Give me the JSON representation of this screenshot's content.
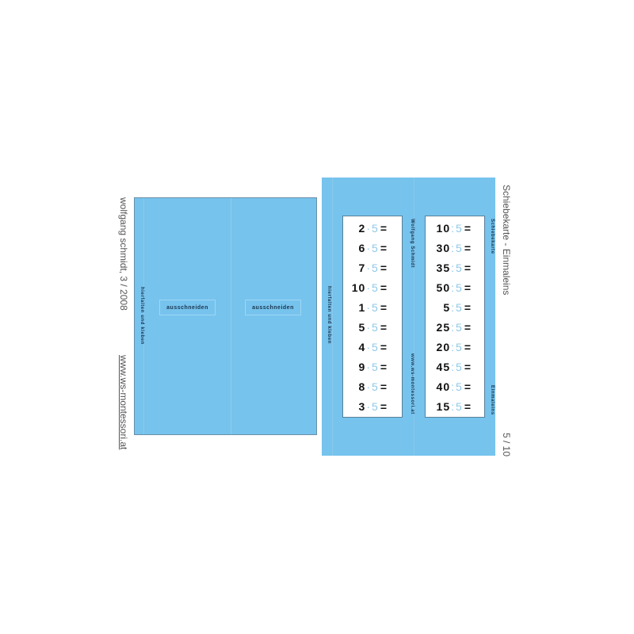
{
  "left_side": {
    "author_date": "wolfgang schmidt, 3 / 2008",
    "website": "www.ws-montessori.at"
  },
  "left_card": {
    "fold_label": "hierfalten und kleben",
    "cut_labels": [
      "ausschneiden",
      "ausschneiden"
    ]
  },
  "right_card": {
    "fold_label": "hierfalten und kleben",
    "author_label": "Wolfgang Schmidt",
    "website_label": "www.ws-montessori.at",
    "title_label": "Schiebekarte",
    "topic_label": "Einmaleins",
    "multiplication": {
      "operator": "·",
      "divisor": "5",
      "equals": "=",
      "rows": [
        "2",
        "6",
        "7",
        "10",
        "1",
        "5",
        "4",
        "9",
        "8",
        "3"
      ]
    },
    "division": {
      "operator": ":",
      "divisor": "5",
      "equals": "=",
      "rows": [
        "10",
        "30",
        "35",
        "50",
        "5",
        "25",
        "20",
        "45",
        "40",
        "15"
      ]
    }
  },
  "right_side": {
    "title": "Schiebekarte - Einmaleins",
    "page": "5 / 10"
  },
  "colors": {
    "card_blue": "#76c3ed",
    "accent_light_blue": "#8fc9e8",
    "text_dark": "#111111"
  }
}
